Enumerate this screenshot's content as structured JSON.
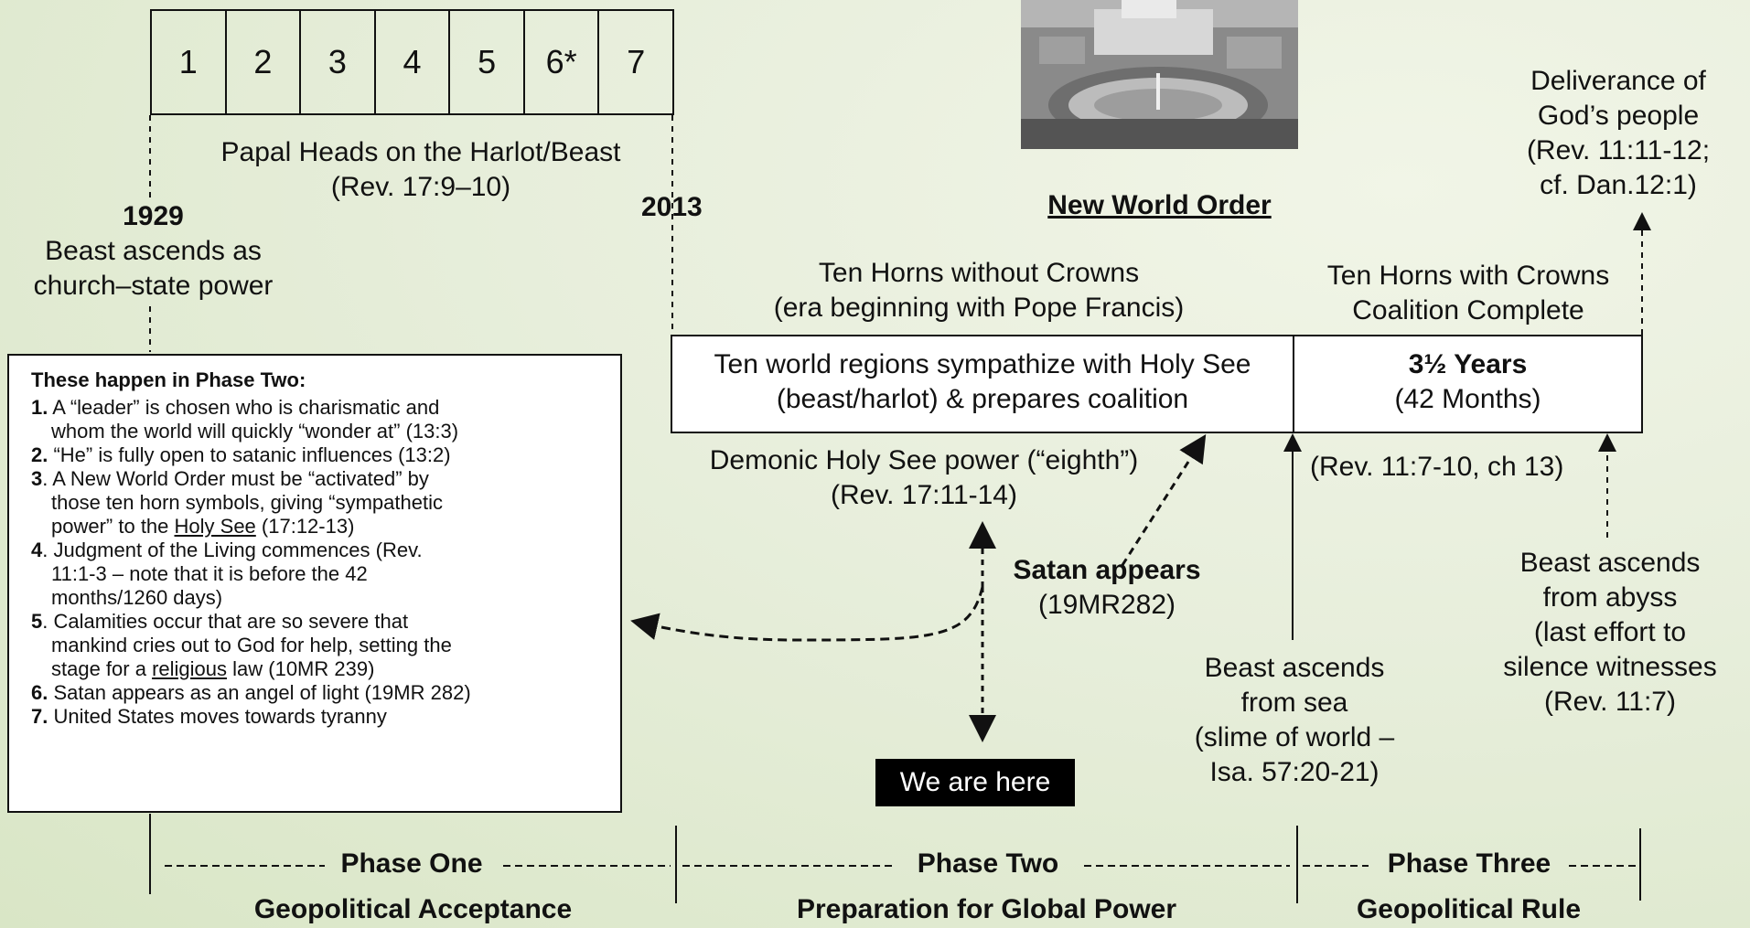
{
  "papal_heads": {
    "cells": [
      "1",
      "2",
      "3",
      "4",
      "5",
      "6*",
      "7"
    ],
    "caption_line1": "Papal Heads on the Harlot/Beast",
    "caption_line2": "(Rev. 17:9–10)"
  },
  "year_1929": {
    "year": "1929",
    "line1": "Beast ascends as",
    "line2": "church–state power"
  },
  "year_2013": {
    "year": "2013"
  },
  "new_world_order": {
    "title": "New World Order"
  },
  "deliverance": {
    "line1": "Deliverance of",
    "line2": "God’s people",
    "line3": "(Rev. 11:11-12;",
    "line4": "cf. Dan.12:1)"
  },
  "ten_horns_without": {
    "line1": "Ten Horns without Crowns",
    "line2": "(era beginning with Pope Francis)"
  },
  "ten_horns_with": {
    "line1": "Ten Horns with Crowns",
    "line2": "Coalition Complete"
  },
  "timeline_box": {
    "left_line1": "Ten world regions sympathize with Holy See",
    "left_line2": "(beast/harlot) & prepares coalition",
    "right_line1": "3½ Years",
    "right_line2": "(42 Months)"
  },
  "demonic": {
    "line1": "Demonic Holy See power (“eighth”)",
    "line2": "(Rev. 17:11-14)"
  },
  "rev_ref": {
    "text": "(Rev. 11:7-10, ch 13)"
  },
  "satan": {
    "line1": "Satan appears",
    "line2": "(19MR282)"
  },
  "beast_sea": {
    "line1": "Beast ascends",
    "line2": "from sea",
    "line3": "(slime of world –",
    "line4": "Isa. 57:20-21)"
  },
  "beast_abyss": {
    "line1": "Beast ascends",
    "line2": "from abyss",
    "line3": "(last effort to",
    "line4": "silence witnesses",
    "line5": "(Rev. 11:7)"
  },
  "phase_two_box": {
    "title": "These happen in Phase Two:",
    "items": [
      {
        "num": "1.",
        "line1": " A “leader” is chosen who is charismatic and",
        "line2": "whom the world will quickly “wonder at” (13:3)"
      },
      {
        "num": "2.",
        "line1": " “He” is fully open to satanic influences (13:2)"
      },
      {
        "num": "3",
        "line1": ". A New World Order must be “activated” by",
        "line2": "those ten horn symbols, giving “sympathetic",
        "line3_pre": "power” to the ",
        "line3_u": "Holy See",
        "line3_post": " (17:12-13)"
      },
      {
        "num": "4",
        "line1": ". Judgment of the Living commences (Rev.",
        "line2": "11:1-3 – note that it is before the 42",
        "line3": "months/1260 days)"
      },
      {
        "num": "5",
        "line1": ". Calamities occur that are so severe that",
        "line2": "mankind cries out to God for help, setting the",
        "line3_pre": "stage for a ",
        "line3_u": "religious",
        "line3_post": " law (10MR 239)"
      },
      {
        "num": "6.",
        "line1": " Satan appears as an angel of light (19MR 282)"
      },
      {
        "num": "7.",
        "line1": " United States moves towards tyranny"
      }
    ]
  },
  "we_are_here": {
    "label": "We are here"
  },
  "phases": [
    {
      "title": "Phase One",
      "subtitle": "Geopolitical Acceptance"
    },
    {
      "title": "Phase Two",
      "subtitle": "Preparation for Global Power"
    },
    {
      "title": "Phase Three",
      "subtitle": "Geopolitical Rule"
    }
  ],
  "photo": {
    "icon": "vatican-photo"
  }
}
